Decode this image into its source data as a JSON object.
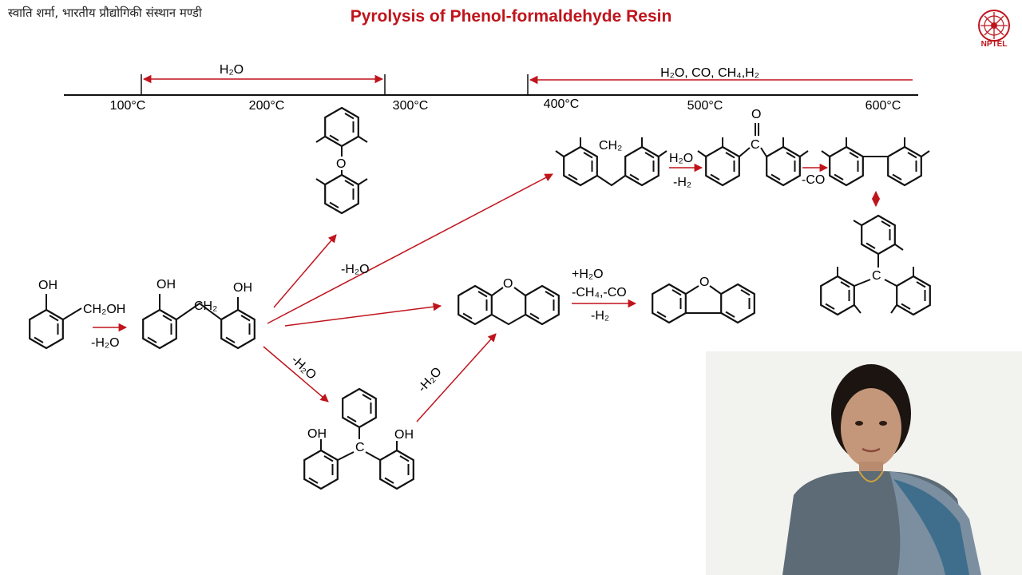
{
  "header": {
    "institute": "स्वाति शर्मा, भारतीय प्रौद्योगिकी संस्थान मण्डी",
    "title": "Pyrolysis of Phenol-formaldehyde Resin",
    "logo_text": "NPTEL"
  },
  "timeline": {
    "ticks": [
      "100°C",
      "200°C",
      "300°C",
      "400°C",
      "500°C",
      "600°C"
    ],
    "range1_label": "H₂O",
    "range2_label": "H₂O, CO, CH₄,H₂"
  },
  "labels": {
    "oh": "OH",
    "ch2oh": "CH₂OH",
    "ch2": "CH₂",
    "o": "O",
    "c": "C",
    "minus_h2o": "-H₂O",
    "h2o": "H₂O",
    "minus_h2": "-H₂",
    "minus_co": "-CO",
    "plus_h2o": "+H₂O",
    "minus_ch4_co": "-CH₄,-CO"
  },
  "colors": {
    "arrow": "#c0141c",
    "title": "#c0141c"
  }
}
